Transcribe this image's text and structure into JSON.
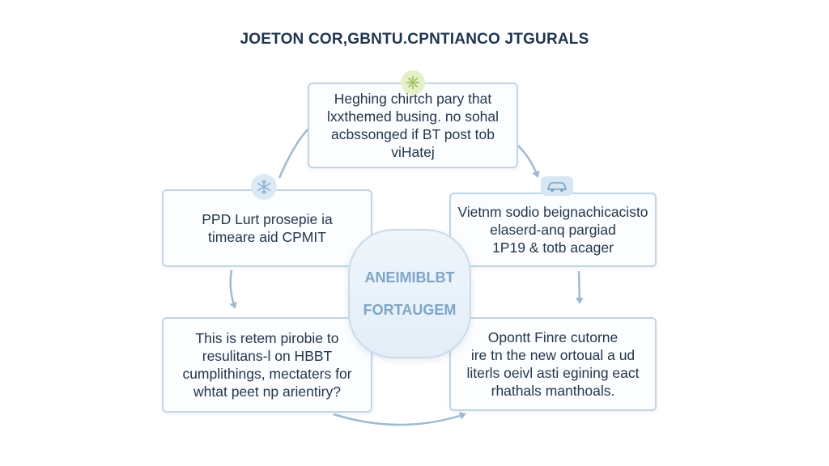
{
  "title": "JOETON COR,GBNTU.CPNTIANCO JTGURALS",
  "boxes": {
    "top": "Heghing chirtch pary that\nlxxthemed busing. no sohal\nacbssonged if BT post tob\nviHatej",
    "left": "PPD Lurt prosepie ia\ntimeare aid CPMIT",
    "right": "Vietnm sodio beignachicacisto\nelaserd-anq pargiad\n1P19 & totb acager",
    "bottom_left": "This is retem pirobie to\nresulitans-l on HBBT\ncumplithings, mectaters for\nwhtat peet np arientiry?",
    "bottom_right": "Opontt Finre cutorne\nire tn the new ortoual a ud\nliterls oeivl asti egining eact\nrhathals manthoals."
  },
  "center": {
    "line1": "ANEIMIBLBT",
    "line2": "FORTAUGEM"
  },
  "icons": {
    "top": "flower-icon",
    "left": "snowflake-icon",
    "right": "car-icon"
  },
  "colors": {
    "arrow": "#9fbad3",
    "box_border": "#c2d5e6",
    "center_text": "#7fa6c6"
  }
}
